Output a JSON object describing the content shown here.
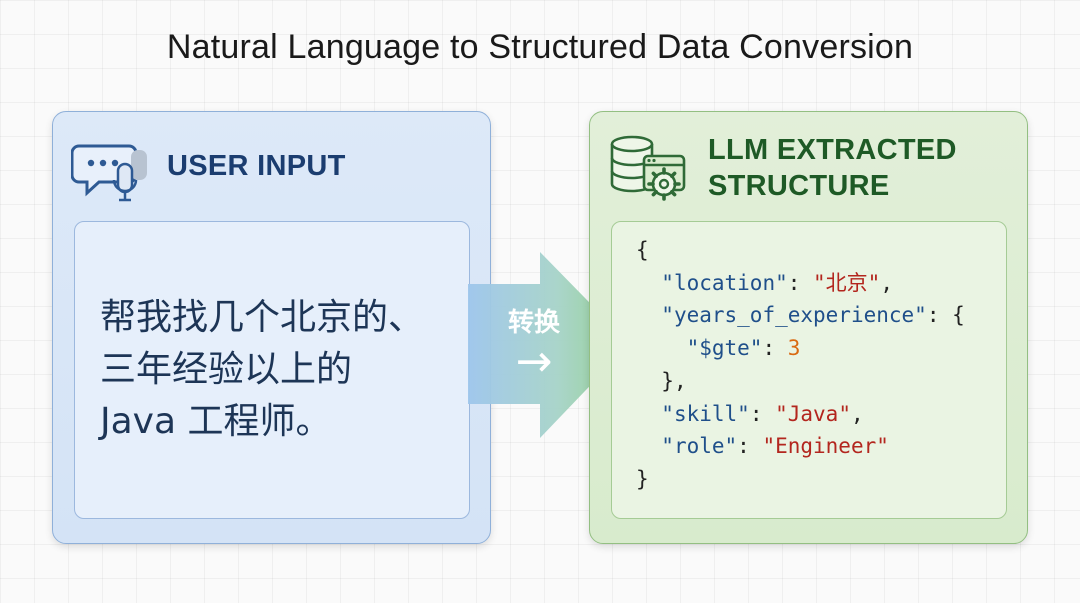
{
  "title": "Natural Language to Structured Data Conversion",
  "input_panel": {
    "heading": "USER INPUT",
    "icon": "chat-microphone-icon",
    "lines": [
      "帮我找几个北京的、",
      "三年经验以上的",
      "Java 工程师。"
    ]
  },
  "arrow": {
    "label": "转换",
    "glyph": "→"
  },
  "output_panel": {
    "heading": "LLM EXTRACTED STRUCTURE",
    "icon": "database-gear-icon",
    "json": {
      "open_brace": "{",
      "location_key": "\"location\"",
      "location_value": "\"北京\"",
      "years_key": "\"years_of_experience\"",
      "gte_key": "\"$gte\"",
      "gte_value": "3",
      "skill_key": "\"skill\"",
      "skill_value": "\"Java\"",
      "role_key": "\"role\"",
      "role_value": "\"Engineer\"",
      "close_brace": "}"
    }
  },
  "colors": {
    "input_accent": "#1b3d70",
    "output_accent": "#1e5a26",
    "json_key": "#1f4f8a",
    "json_string": "#b3261e",
    "json_number": "#d96a12"
  }
}
